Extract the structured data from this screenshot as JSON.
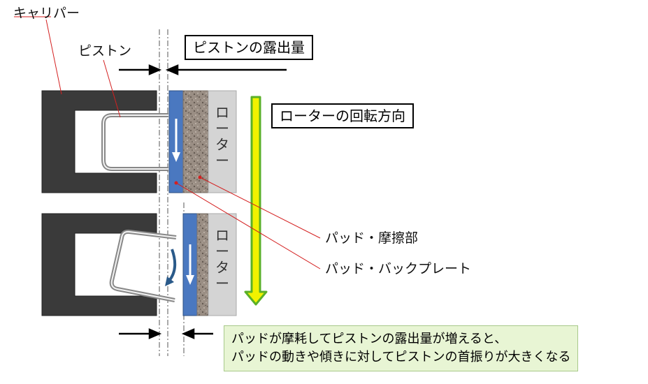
{
  "labels": {
    "caliper": "キャリパー",
    "piston": "ピストン",
    "piston_protrusion": "ピストンの露出量",
    "rotor_rotation": "ローターの回転方向",
    "pad_friction": "パッド・摩擦部",
    "pad_backplate": "パッド・バックプレート",
    "rotor_top": [
      "ロ",
      "ー",
      "タ",
      "ー"
    ],
    "rotor_bottom": [
      "ロ",
      "ー",
      "タ",
      "ー"
    ]
  },
  "note": {
    "line1": "パッドが摩耗してピストンの露出量が増えると、",
    "line2": "パッドの動きや傾きに対してピストンの首振りが大きくなる"
  },
  "colors": {
    "caliper": "#3a3a3a",
    "backplate": "#4a78c0",
    "friction": "#9a8e84",
    "rotor": "#d4d4d4",
    "rotation_arrow_fill": "#f2f200",
    "rotation_arrow_stroke": "#5ab028",
    "leader_line": "#d42020",
    "tilt_arrow": "#2a5a8a",
    "note_bg": "#e8f5d4"
  }
}
